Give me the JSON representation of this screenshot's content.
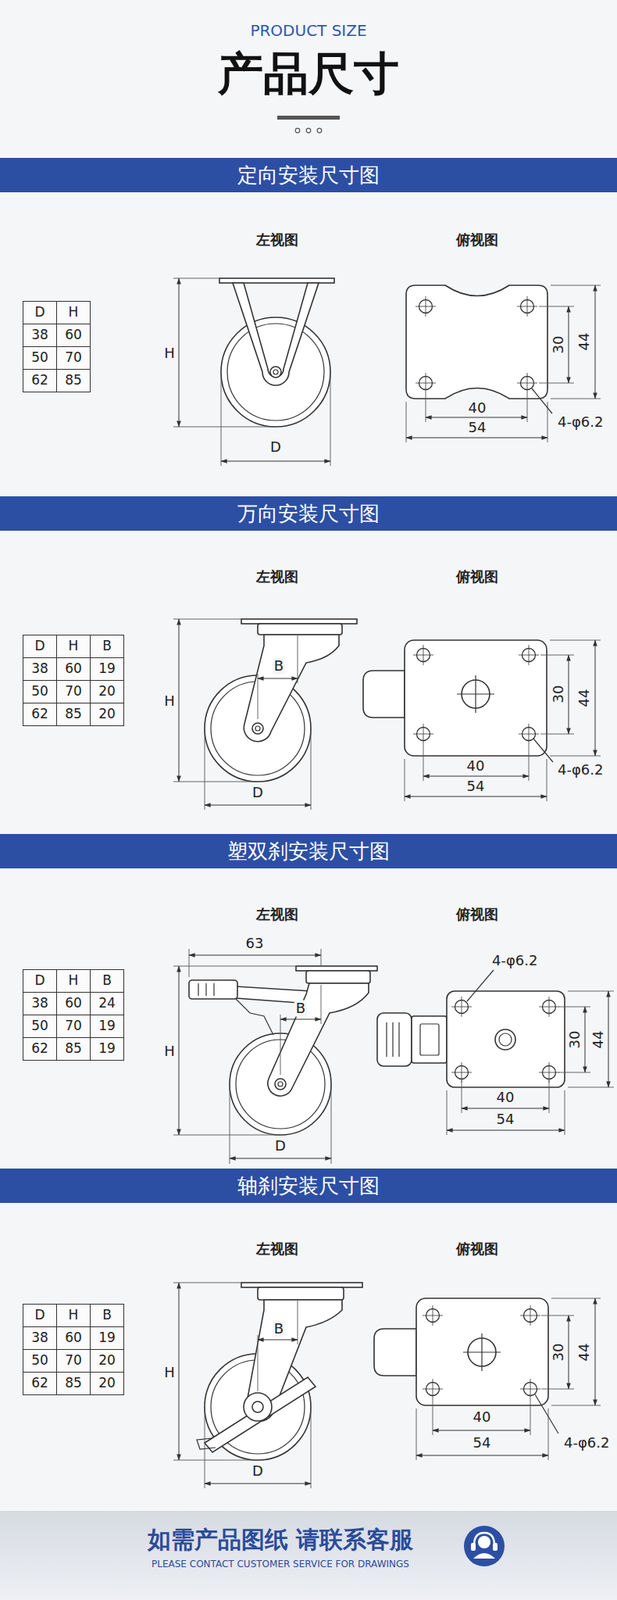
{
  "diagram": {
    "title": "产品尺寸",
    "nodes": [
      {
        "text": [
          "定向安装尺寸图"
        ]
      },
      {
        "text": [
          "万向安装尺寸图"
        ]
      },
      {
        "text": [
          "塑双刹安装尺寸图"
        ]
      },
      {
        "text": [
          "轴刹安装尺寸图"
        ]
      },
      {
        "text": [
          "如需产品图纸 请联系客服",
          "PLEASE CONTACT CUSTOMER SERVICE FOR DRAWINGS"
        ]
      }
    ],
    "labels": [
      "PRODUCT SIZE",
      "左视图",
      "俯视图",
      "D",
      "H",
      "38",
      "60",
      "50",
      "70",
      "62",
      "85",
      "H",
      "D",
      "30",
      "44",
      "40",
      "54",
      "4-φ6.2",
      "左视图",
      "俯视图",
      "D",
      "H",
      "B",
      "38",
      "60",
      "19",
      "50",
      "70",
      "20",
      "62",
      "85",
      "20",
      "H",
      "B",
      "D",
      "30",
      "44",
      "40",
      "54",
      "4-φ6.2",
      "左视图",
      "俯视图",
      "D",
      "H",
      "B",
      "38",
      "60",
      "24",
      "50",
      "70",
      "19",
      "62",
      "85",
      "19",
      "63",
      "H",
      "B",
      "D",
      "4-φ6.2",
      "30",
      "44",
      "40",
      "54",
      "左视图",
      "俯视图",
      "D",
      "H",
      "B",
      "38",
      "60",
      "19",
      "50",
      "70",
      "20",
      "62",
      "85",
      "20",
      "H",
      "B",
      "D",
      "30",
      "44",
      "40",
      "54",
      "4-φ6.2"
    ]
  }
}
